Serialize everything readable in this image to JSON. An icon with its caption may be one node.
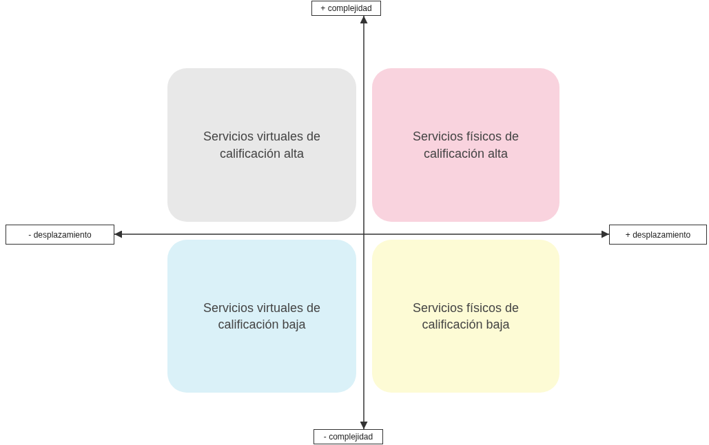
{
  "diagram": {
    "nodes": [
      {
        "text": [
          "+ complejidad"
        ]
      },
      {
        "text": [
          "- desplazamiento"
        ]
      },
      {
        "text": [
          "+ desplazamiento"
        ]
      },
      {
        "text": [
          "- complejidad"
        ]
      },
      {
        "text": [
          "Servicios virtuales de calificación alta"
        ]
      },
      {
        "text": [
          "Servicios físicos de calificación alta"
        ]
      },
      {
        "text": [
          "Servicios virtuales de calificación baja"
        ]
      },
      {
        "text": [
          "Servicios físicos de calificación baja"
        ]
      }
    ],
    "edges": [
      {
        "from": 3,
        "to": 0,
        "arrow": "both"
      },
      {
        "from": 1,
        "to": 2,
        "arrow": "both"
      }
    ]
  }
}
